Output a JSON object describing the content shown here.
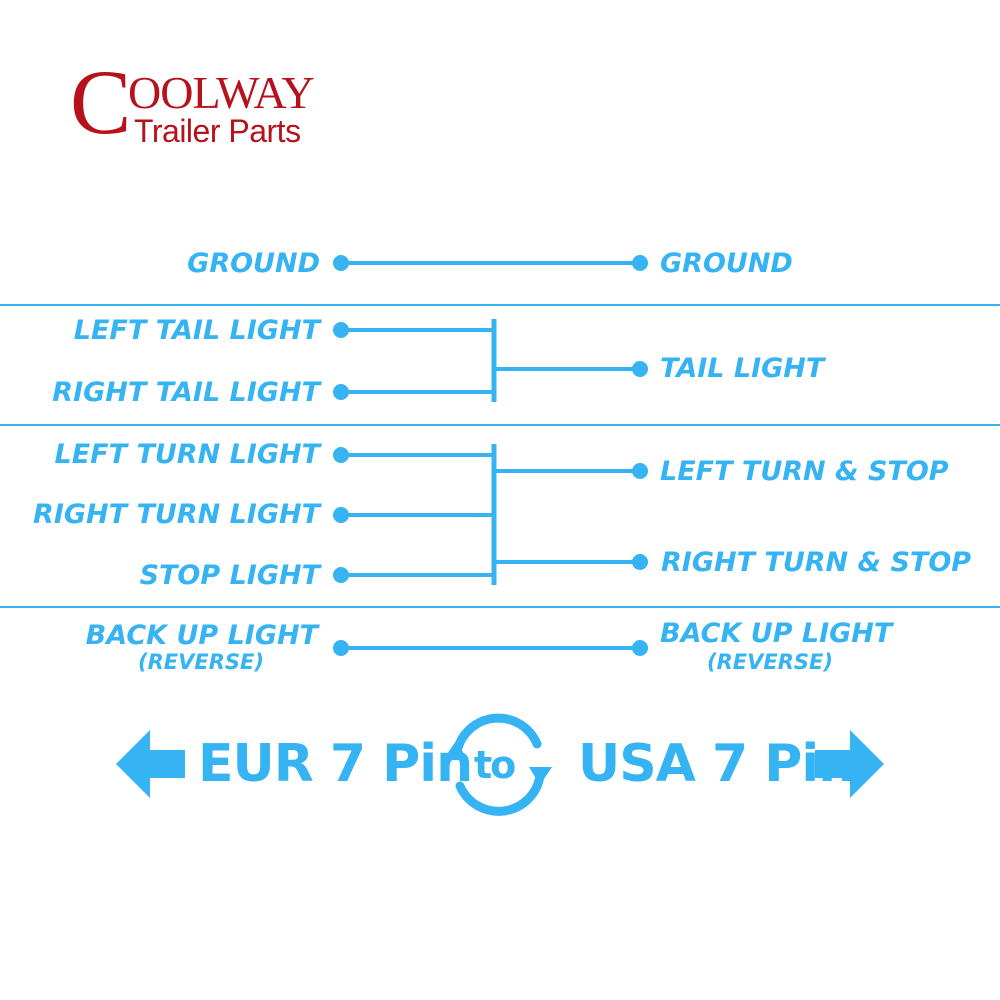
{
  "brand": {
    "logo_big_letter": "C",
    "logo_line1": "OOLWAY",
    "logo_line2": "Trailer Parts",
    "logo_color": "#b5121b"
  },
  "diagram": {
    "line_color": "#35b3f2",
    "ground": {
      "left": "GROUND",
      "right": "GROUND"
    },
    "tail": {
      "left": [
        "LEFT TAIL LIGHT",
        "RIGHT TAIL LIGHT"
      ],
      "right": "TAIL LIGHT"
    },
    "turn": {
      "left": [
        "LEFT TURN LIGHT",
        "RIGHT TURN LIGHT",
        "STOP LIGHT"
      ],
      "right": [
        "LEFT TURN & STOP",
        "RIGHT TURN & STOP"
      ]
    },
    "backup": {
      "left": "BACK UP LIGHT",
      "left_sub": "(REVERSE)",
      "right": "BACK UP LIGHT",
      "right_sub": "(REVERSE)"
    }
  },
  "banner": {
    "left_label": "EUR 7 Pin",
    "connector": "to",
    "right_label": "USA 7 Pin"
  }
}
